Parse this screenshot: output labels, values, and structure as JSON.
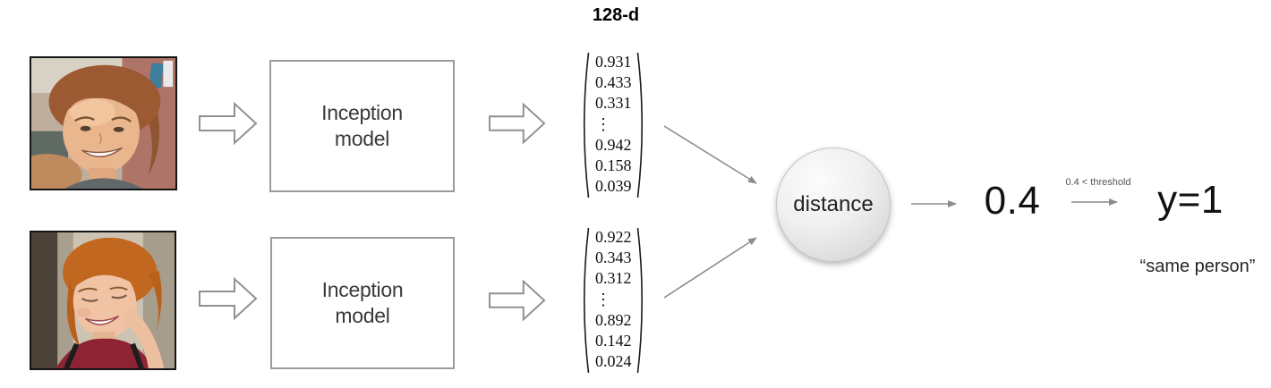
{
  "header": {
    "dimension_label": "128-d"
  },
  "photos": [
    {
      "subject": "smiling woman, auburn hair tied back, grey top"
    },
    {
      "subject": "smiling woman, red hair, dark red top, hand raised to cheek"
    }
  ],
  "model_boxes": [
    {
      "line1": "Inception",
      "line2": "model"
    },
    {
      "line1": "Inception",
      "line2": "model"
    }
  ],
  "vectors": [
    {
      "values": [
        "0.931",
        "0.433",
        "0.331",
        "⋮",
        "0.942",
        "0.158",
        "0.039"
      ]
    },
    {
      "values": [
        "0.922",
        "0.343",
        "0.312",
        "⋮",
        "0.892",
        "0.142",
        "0.024"
      ]
    }
  ],
  "distance_node": {
    "label": "distance"
  },
  "result": {
    "distance_value": "0.4",
    "threshold_condition": "0.4 < threshold",
    "decision": "y=1",
    "decision_caption": "“same person”"
  },
  "colors": {
    "thin_arrow_gray": "#8c8c8c",
    "block_arrow_gray": "#8f9093",
    "box_border_gray": "#9b9b9b",
    "photo_border": "#141414"
  }
}
